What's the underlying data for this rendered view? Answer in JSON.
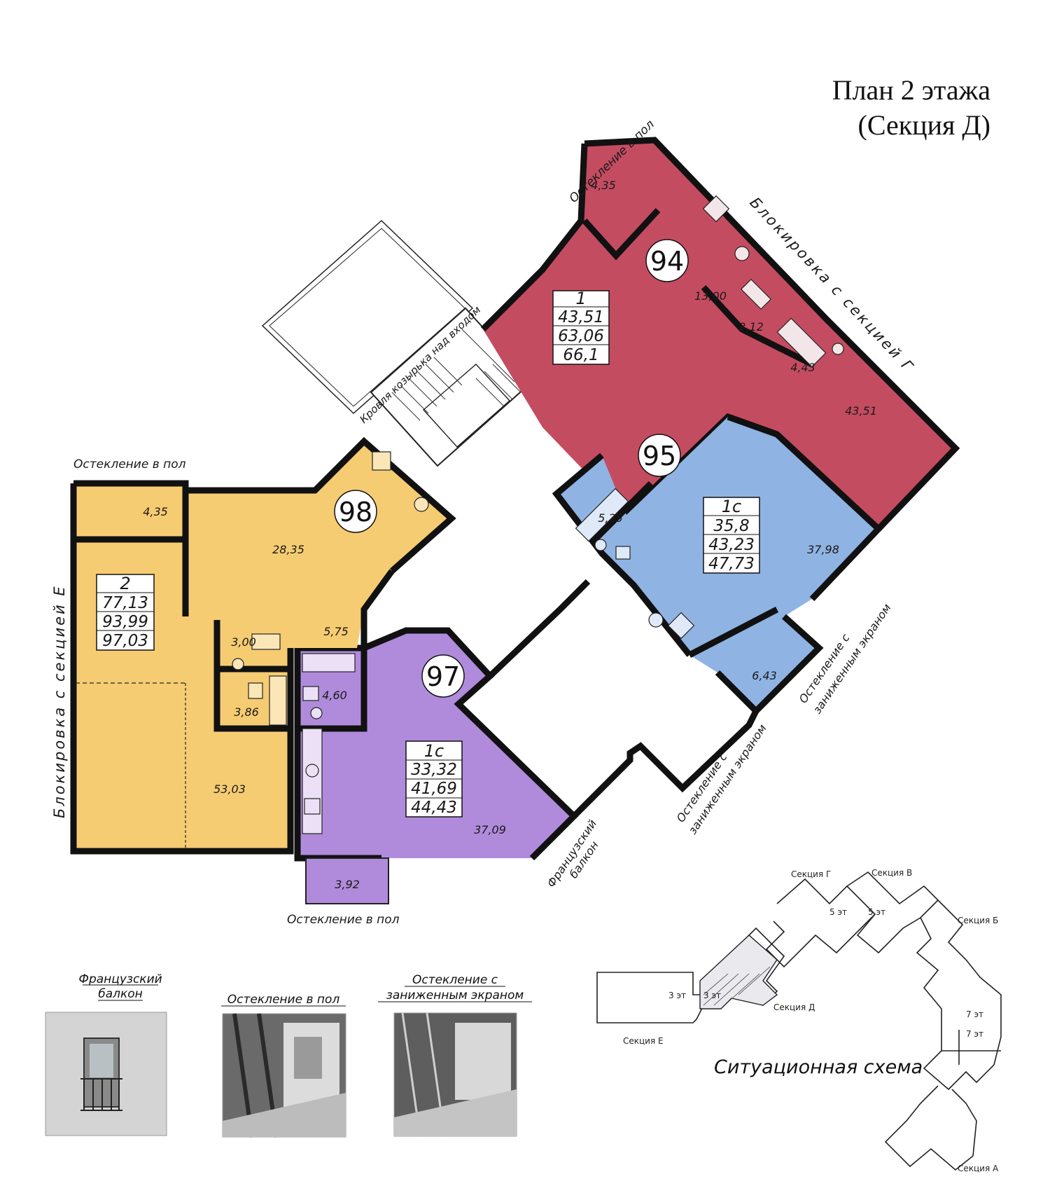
{
  "title": {
    "line1": "План 2 этажа",
    "line2": "(Секция Д)"
  },
  "colors": {
    "apt94": "#c44c61",
    "apt95": "#8fb3e3",
    "apt97": "#b08bdb",
    "apt98": "#f6cc72",
    "wall": "#111111"
  },
  "apartments": {
    "a94": {
      "number": "94",
      "rooms": "1",
      "area_living": "43,51",
      "area_total": "63,06",
      "area_full": "66,1",
      "room_areas": [
        "4,35",
        "13,00",
        "2,12",
        "4,43",
        "43,51"
      ]
    },
    "a95": {
      "number": "95",
      "rooms": "1с",
      "area_living": "35,8",
      "area_total": "43,23",
      "area_full": "47,73",
      "room_areas": [
        "5,25",
        "37,98",
        "6,43"
      ]
    },
    "a97": {
      "number": "97",
      "rooms": "1с",
      "area_living": "33,32",
      "area_total": "41,69",
      "area_full": "44,43",
      "room_areas": [
        "4,60",
        "37,09",
        "3,92"
      ]
    },
    "a98": {
      "number": "98",
      "rooms": "2",
      "area_living": "77,13",
      "area_total": "93,99",
      "area_full": "97,03",
      "room_areas": [
        "4,35",
        "28,35",
        "5,75",
        "3,00",
        "3,86",
        "53,03"
      ]
    }
  },
  "notes": {
    "glazing_floor": "Остекление в пол",
    "glazing_screen_l1": "Остекление с",
    "glazing_screen_l2": "заниженным экраном",
    "french_l1": "Французский",
    "french_l2": "балкон",
    "canopy_roof": "Кровля козырька над входом",
    "block_g": "Блокировка с секцией Г",
    "block_e": "Блокировка с секцией Е"
  },
  "legend": [
    {
      "caption_l1": "Французский",
      "caption_l2": "балкон",
      "icon": "french-balcony-photo"
    },
    {
      "caption_l1": "Остекление в пол",
      "caption_l2": "",
      "icon": "floor-glazing-photo"
    },
    {
      "caption_l1": "Остекление с",
      "caption_l2": "заниженным экраном",
      "icon": "screen-glazing-photo"
    }
  ],
  "situation": {
    "title": "Ситуационная схема",
    "sections": {
      "a": "Секция А",
      "b": "Секция Б",
      "v": "Секция В",
      "g": "Секция Г",
      "d": "Секция Д",
      "e": "Секция Е"
    },
    "floors": {
      "five": "5 эт",
      "three": "3 эт",
      "seven": "7 эт"
    }
  }
}
